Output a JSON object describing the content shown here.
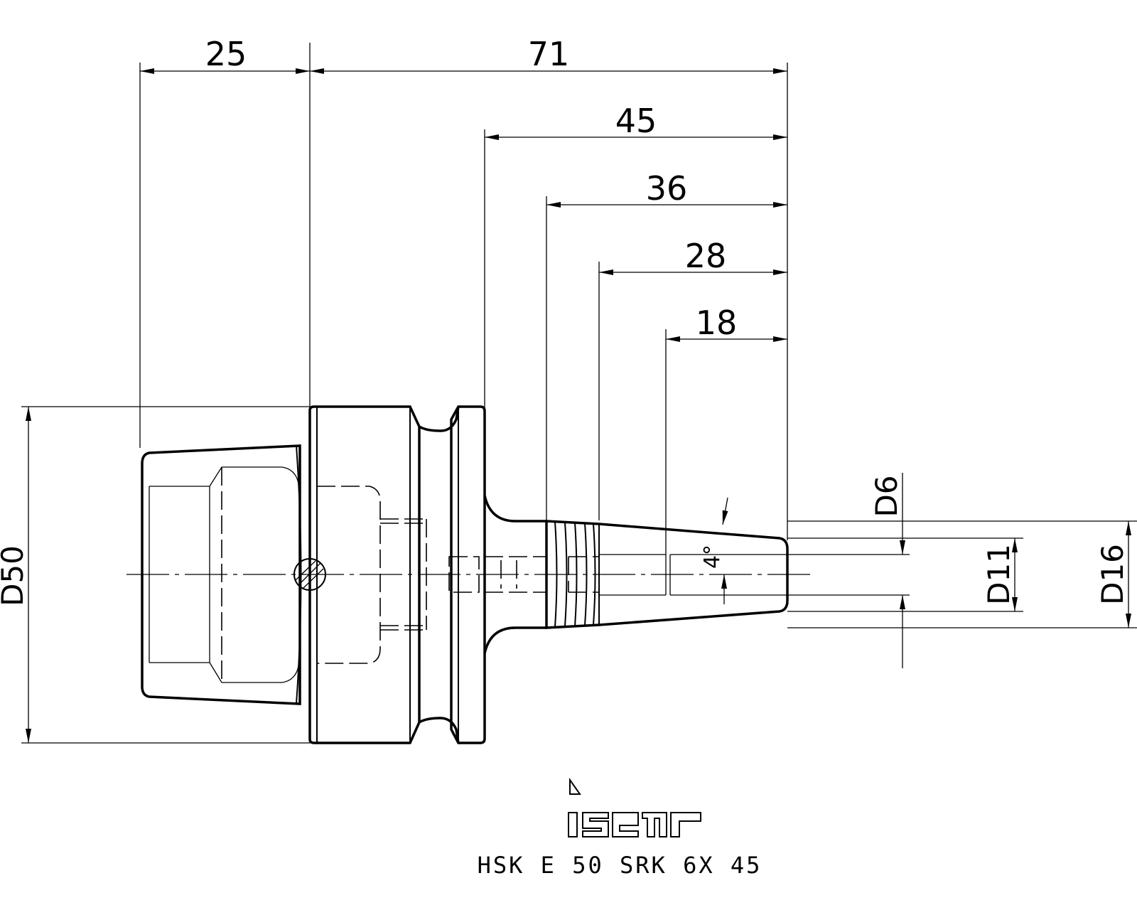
{
  "drawing": {
    "dimensions": {
      "top": [
        "25",
        "71",
        "45",
        "36",
        "28",
        "18"
      ],
      "diameters": [
        "D50",
        "D6",
        "D11",
        "D16"
      ],
      "angle": "4°"
    },
    "brand": "iscar",
    "part_number": "HSK E 50 SRK 6X 45"
  }
}
